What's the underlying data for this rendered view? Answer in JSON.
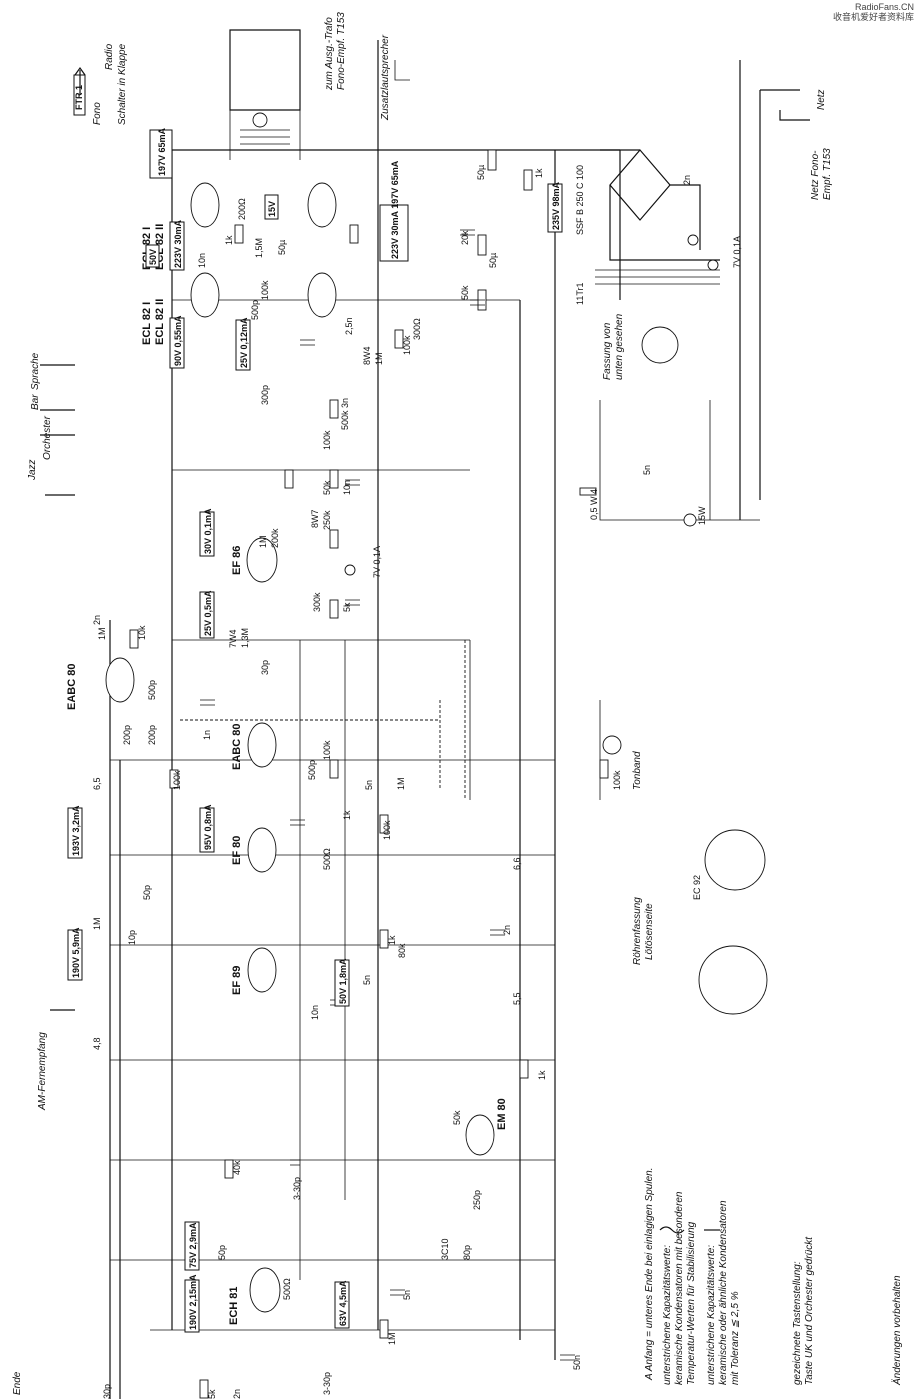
{
  "watermark": {
    "line1": "RadioFans.CN",
    "line2": "收音机爱好者资料库"
  },
  "labels": {
    "ftr": "FTR 1",
    "radio": "Radio",
    "fono": "Fono",
    "schalter": "Schalter in Klappe",
    "zusatz": "Zusatzlautsprecher",
    "zum_ausg": "zum Ausg.-Trafo",
    "fono_empf": "Fono-Empf. T153",
    "netz_fono": "Netz Fono-",
    "netz_empf": "Empf. T153",
    "netz": "Netz",
    "gleichr": "SSF B 250 C 100",
    "trafo": "11Tr1",
    "fassung": "Fassung von",
    "unten": "unten gesehen",
    "tonband": "Tonband",
    "jazz": "Jazz",
    "orchester": "Orchester",
    "bar": "Bar",
    "sprache": "Sprache",
    "am_fern": "AM-Fernempfang",
    "roehrenfassung": "Röhrenfassung",
    "loetoesenseite": "Lötösenseite",
    "ec92": "EC 92",
    "anfang_ende": "A Anfang = unteres Ende bei einlagigen Spulen.",
    "note1": "unterstrichene Kapazitätswerte:",
    "note1b": "keramische Kondensatoren mit besonderen",
    "note1c": "Temperatur-Werten für Stabilisierung",
    "note2": "unterstrichene Kapazitätswerte:",
    "note2b": "keramische oder ähnliche Kondensatoren",
    "note2c": "mit Toleranz ≦ 2,5 %",
    "note3": "gezeichnete Tastenstellung:",
    "note3b": "Taste UK und Orchester gedrückt",
    "aenderungen": "Änderungen vorbehalten",
    "ende": "Ende"
  },
  "tubes": {
    "ecl82_1": "ECL 82 I",
    "ecl82_2": "ECL 82 II",
    "ecl82_3": "ECL 82 I",
    "ecl82_4": "ECL 82 II",
    "ef86": "EF 86",
    "eabc80a": "EABC 80",
    "eabc80b": "EABC 80",
    "ef80": "EF 80",
    "ef89": "EF 89",
    "em80": "EM 80",
    "ech81": "ECH 81"
  },
  "boxed": {
    "b1": "197V 65mA",
    "b2": "15V",
    "b3": "223V 30mA",
    "b4": "50V",
    "b5": "90V 0,55mA",
    "b6": "25V 0,12mA",
    "b7": "30V 0,1mA",
    "b8": "25V 0,5mA",
    "b9": "193V 3,2mA",
    "b10": "95V 0,8mA",
    "b11": "190V 5,9mA",
    "b12": "75V 2,9mA",
    "b13": "190V 2,15mA",
    "b14": "63V 4,5mA",
    "b15": "50V 1,8mA",
    "b16": "235V 98mA",
    "b17": "223V 30mA 197V 65mA"
  },
  "values": {
    "v1": "50µ",
    "v2": "1k",
    "v3": "200Ω",
    "v4": "1k",
    "v5": "1,5M",
    "v6": "50µ",
    "v7": "10n",
    "v8": "100k",
    "v9": "500p",
    "v10": "20k",
    "v11": "50µ",
    "v12": "50k",
    "v13": "2,5n",
    "v14": "300Ω",
    "v15": "100k",
    "v16": "8W4",
    "v17": "1M",
    "v18": "300p",
    "v19": "3n",
    "v20": "500k",
    "v21": "100k",
    "v22": "50k",
    "v23": "250k",
    "v24": "10n",
    "v25": "8W7",
    "v26": "200k",
    "v27": "1M",
    "v28": "7W4",
    "v29": "1,3M",
    "v30": "5k",
    "v31": "300k",
    "v32": "30p",
    "v33": "10k",
    "v34": "1M",
    "v35": "2n",
    "v36": "500p",
    "v37": "200p",
    "v38": "200p",
    "v39": "1n",
    "v40": "100k",
    "v41": "6,5",
    "v42": "100k",
    "v43": "500p",
    "v44": "5n",
    "v45": "1M",
    "v46": "100k",
    "v47": "500Ω",
    "v48": "100k",
    "v49": "1k",
    "v50": "6,6",
    "v51": "50p",
    "v52": "1M",
    "v53": "10p",
    "v54": "2n",
    "v55": "1k",
    "v56": "80k",
    "v57": "5n",
    "v58": "10n",
    "v59": "5,5",
    "v60": "4,8",
    "v61": "1k",
    "v62": "50k",
    "v63": "40k",
    "v64": "3-30p",
    "v65": "250p",
    "v66": "80p",
    "v67": "3C10",
    "v68": "50p",
    "v69": "500Ω",
    "v70": "5n",
    "v71": "1M",
    "v72": "50n",
    "v73": "30p",
    "v74": "5k",
    "v75": "2n",
    "v76": "3-30p",
    "v77": "7V 0,1A",
    "v78": "0,5 W 4",
    "v79": "15W",
    "v80": "5n",
    "v81": "2n",
    "v82": "7V 0,1A",
    "v83": "Tonband"
  }
}
